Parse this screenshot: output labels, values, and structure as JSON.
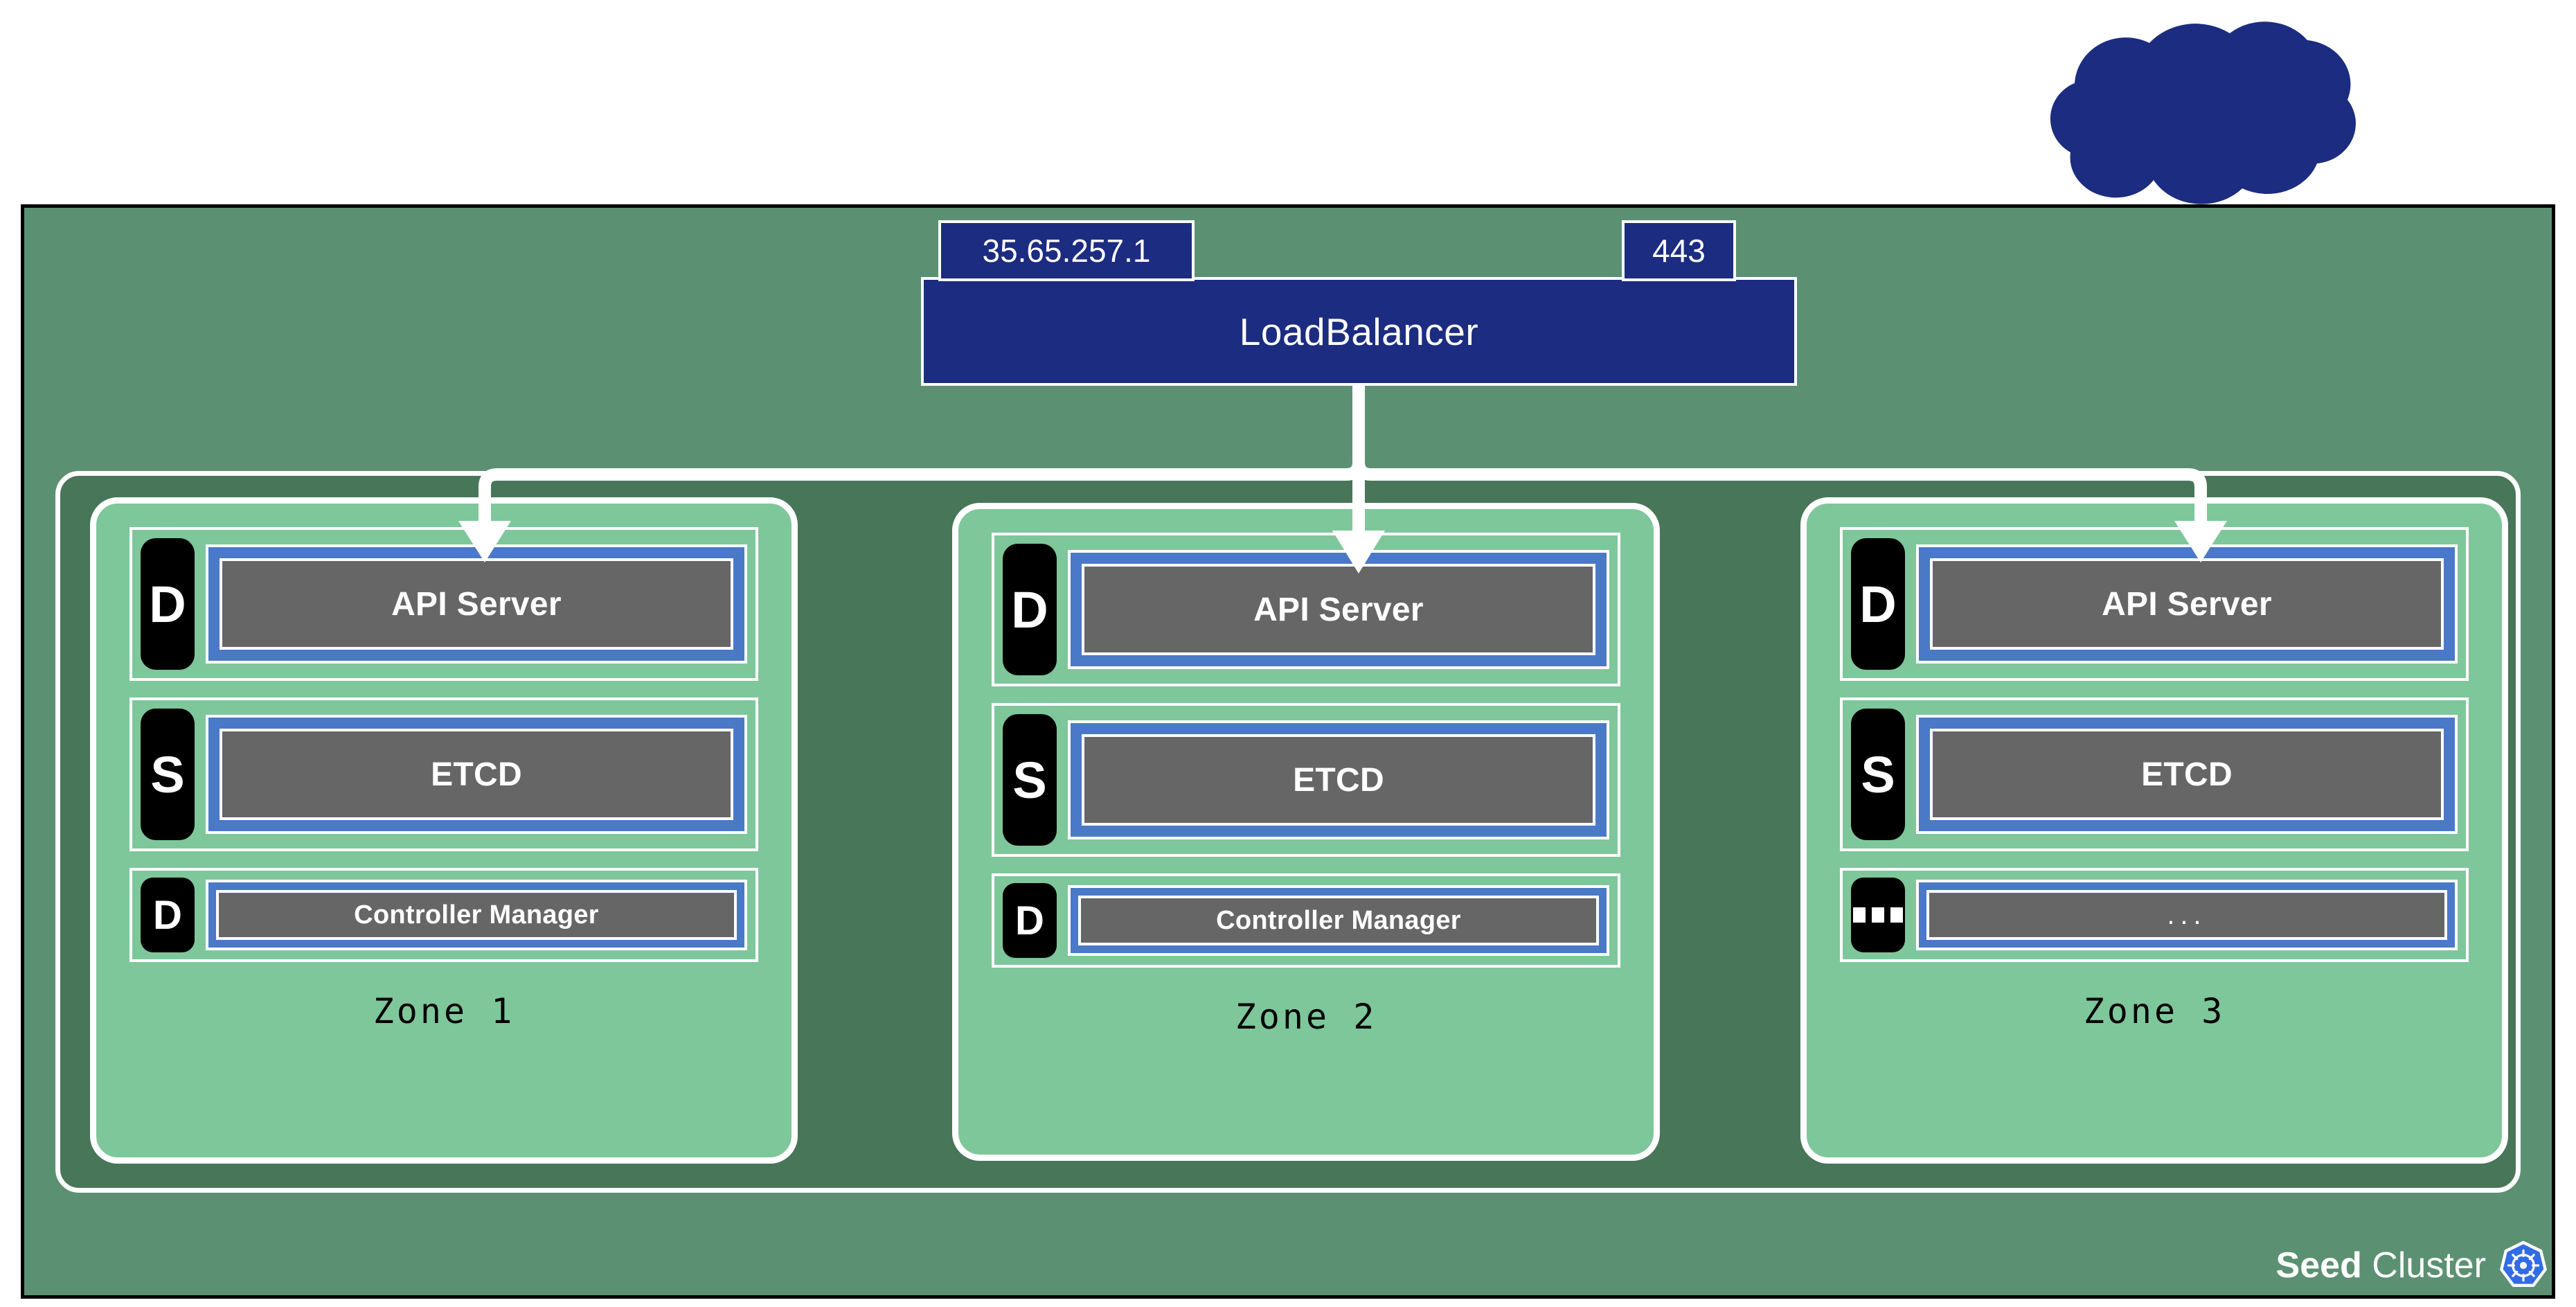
{
  "panel": {
    "brand_bold": "Seed",
    "brand_rest": " Cluster",
    "logo_icon": "kubernetes-icon",
    "logo_color": "#326ce5",
    "background_color": "#5b9172"
  },
  "cloud": {
    "icon": "cloud-icon",
    "color": "#1c2c80"
  },
  "loadbalancer": {
    "label": "LoadBalancer",
    "ip": "35.65.257.1",
    "port": "443",
    "color": "#1c2c80"
  },
  "colors": {
    "zones_wrapper": "#477658",
    "zone_card": "#7ec79b",
    "blue_shell": "#4a79c8",
    "gray_box": "#666666",
    "badge": "#000000",
    "border": "#ffffff"
  },
  "zones": [
    {
      "title": "Zone 1",
      "components": [
        {
          "badge": "D",
          "label": "API Server"
        },
        {
          "badge": "S",
          "label": "ETCD"
        },
        {
          "badge": "D",
          "label": "Controller Manager"
        }
      ]
    },
    {
      "title": "Zone 2",
      "components": [
        {
          "badge": "D",
          "label": "API Server"
        },
        {
          "badge": "S",
          "label": "ETCD"
        },
        {
          "badge": "D",
          "label": "Controller Manager"
        }
      ]
    },
    {
      "title": "Zone 3",
      "components": [
        {
          "badge": "D",
          "label": "API Server"
        },
        {
          "badge": "S",
          "label": "ETCD"
        },
        {
          "badge": "...",
          "label": "..."
        }
      ]
    }
  ]
}
